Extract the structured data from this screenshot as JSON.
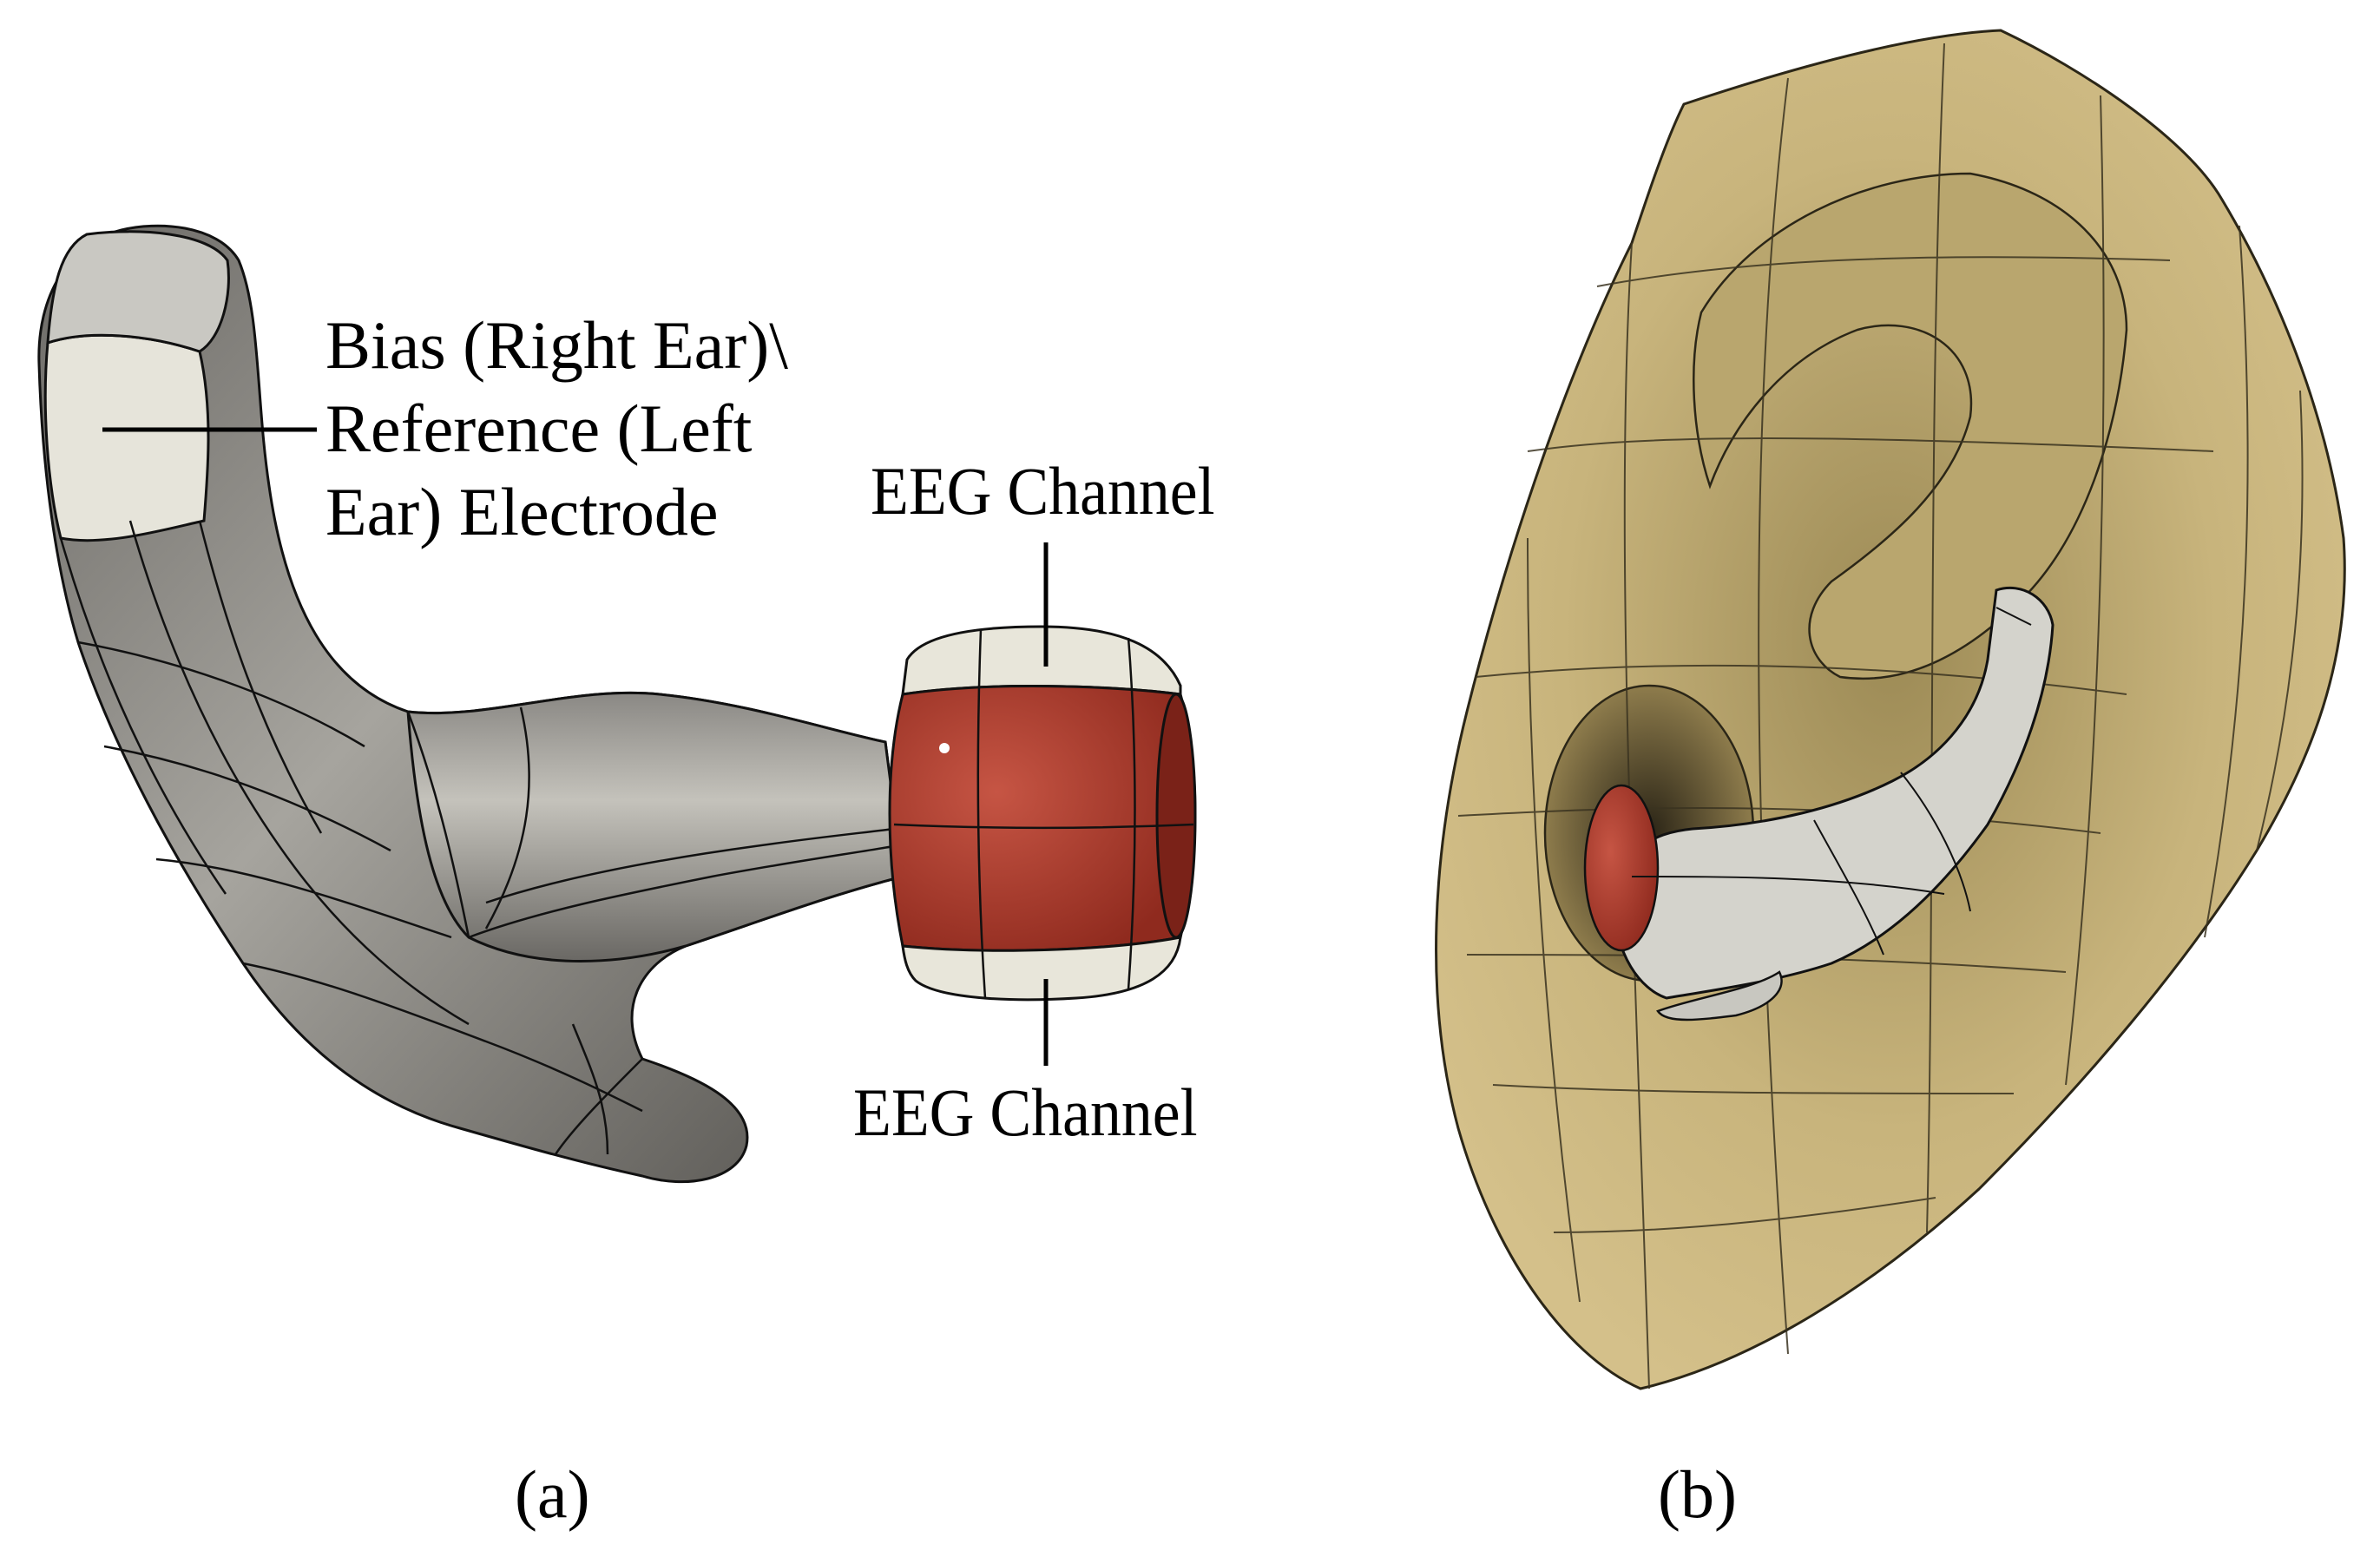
{
  "panel_a": {
    "electrode_label_lines": [
      "Bias (Right Ear)\\",
      "Reference (Left",
      "Ear) Electrode"
    ],
    "eeg_top_label": "EEG Channel",
    "eeg_bottom_label": "EEG Channel",
    "caption": "(a)"
  },
  "panel_b": {
    "caption": "(b)"
  },
  "colors": {
    "earpiece_gray": "#8c8a86",
    "earpiece_light": "#d9d8d0",
    "electrode_cream": "#e8e6da",
    "eartip_red": "#a93b2c",
    "ear_skin": "#c9b47c",
    "mesh_line": "#1a1a1a"
  }
}
